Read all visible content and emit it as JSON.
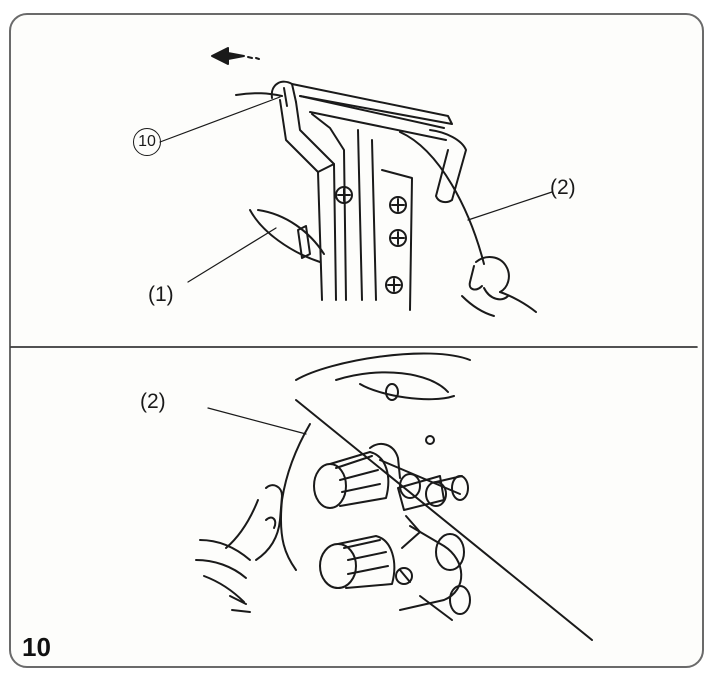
{
  "figure": {
    "number": "10",
    "top_panel": {
      "callout_circled": "10",
      "label_1": "(1)",
      "label_2": "(2)"
    },
    "bottom_panel": {
      "label_2": "(2)"
    }
  },
  "colors": {
    "ink": "#1a1a1a",
    "frame": "#6a6a6a",
    "paper": "#fdfdfb"
  }
}
